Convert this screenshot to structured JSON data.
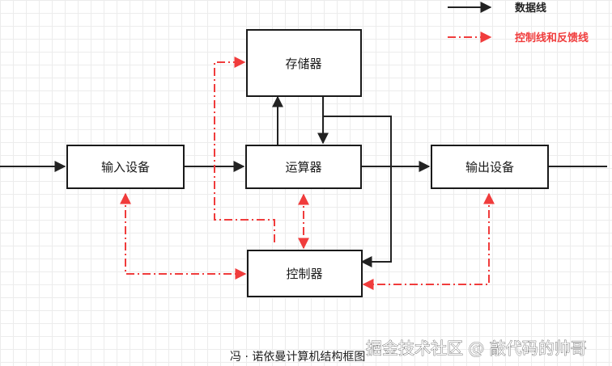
{
  "legend": {
    "data_line_label": "数据线",
    "control_line_label": "控制线和反馈线"
  },
  "blocks": {
    "memory": "存储器",
    "input": "输入设备",
    "alu": "运算器",
    "output": "输出设备",
    "controller": "控制器"
  },
  "caption": "冯 · 诺依曼计算机结构框图",
  "watermark": "掘金技术社区 @ 敲代码的帅哥",
  "colors": {
    "data_line": "#222222",
    "control_line": "#f03c3c"
  }
}
